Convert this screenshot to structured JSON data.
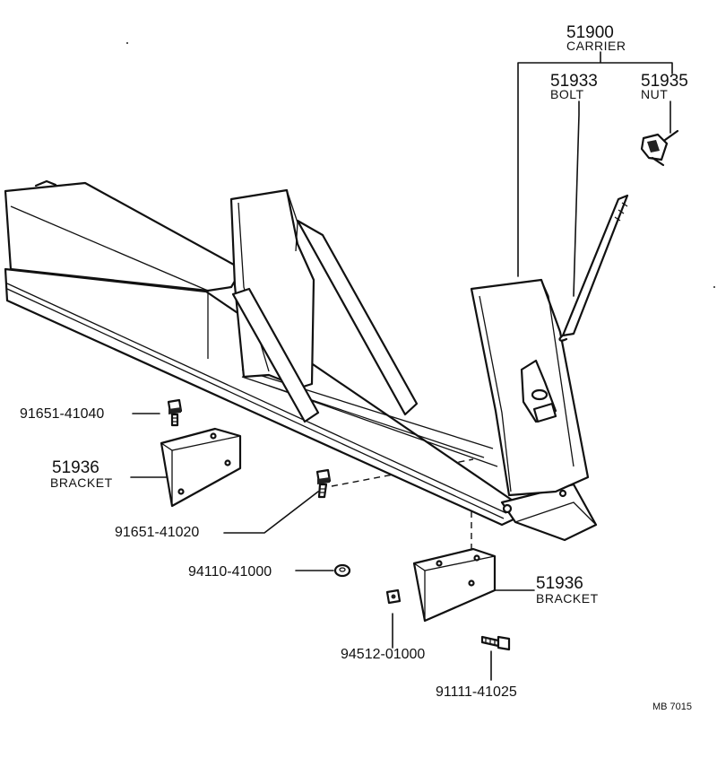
{
  "labels": {
    "carrier_number": "51900",
    "carrier_name": "CARRIER",
    "bolt_number": "51933",
    "bolt_name": "BOLT",
    "nut_number": "51935",
    "nut_name": "NUT",
    "bolt_upper_left": "91651-41040",
    "bracket_left_number": "51936",
    "bracket_left_name": "BRACKET",
    "bolt_middle": "91651-41020",
    "nut_flange": "94110-41000",
    "bracket_right_number": "51936",
    "bracket_right_name": "BRACKET",
    "nut_small": "94512-01000",
    "bolt_lower": "91111-41025",
    "diagram_code": "MB 7015"
  }
}
